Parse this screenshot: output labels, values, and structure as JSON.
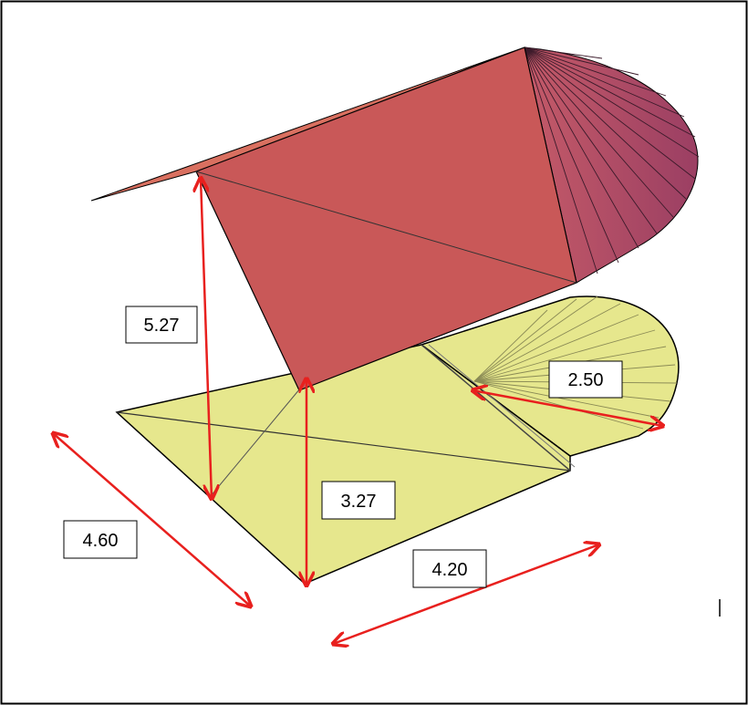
{
  "figure": {
    "colors": {
      "roof_fill": "#c95858",
      "roof_dark": "#9d3f5a",
      "floor_fill": "#e6e78d",
      "outline": "#000000",
      "dimension_arrow": "#e8201e",
      "frame": "#000000"
    },
    "dimensions": {
      "height_tall": "5.27",
      "height_short": "3.27",
      "radius": "2.50",
      "width": "4.60",
      "length": "4.20"
    }
  }
}
